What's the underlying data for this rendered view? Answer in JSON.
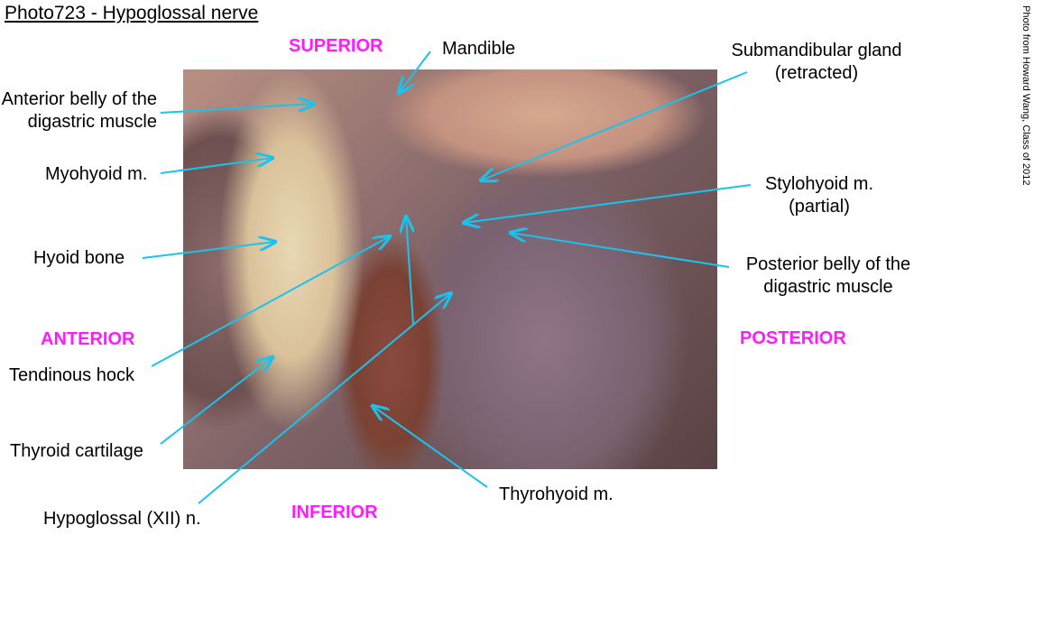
{
  "title": "Photo723 - Hypoglossal nerve",
  "credit": "Photo from Howard Wang, Class of 2012",
  "directions": {
    "superior": "SUPERIOR",
    "inferior": "INFERIOR",
    "anterior": "ANTERIOR",
    "posterior": "POSTERIOR"
  },
  "labels": {
    "mandible": "Mandible",
    "submandibular_1": "Submandibular gland",
    "submandibular_2": "(retracted)",
    "anterior_belly_1": "Anterior belly of the",
    "anterior_belly_2": "digastric muscle",
    "myohyoid": "Myohyoid m.",
    "stylohyoid_1": "Stylohyoid m.",
    "stylohyoid_2": "(partial)",
    "hyoid": "Hyoid bone",
    "posterior_belly_1": "Posterior belly of the",
    "posterior_belly_2": "digastric muscle",
    "tendinous": "Tendinous hock",
    "thyroid": "Thyroid cartilage",
    "thyrohyoid": "Thyrohyoid m.",
    "hypoglossal": "Hypoglossal (XII) n."
  },
  "colors": {
    "leader": "#19c3ee",
    "direction": "#ff1aff"
  }
}
